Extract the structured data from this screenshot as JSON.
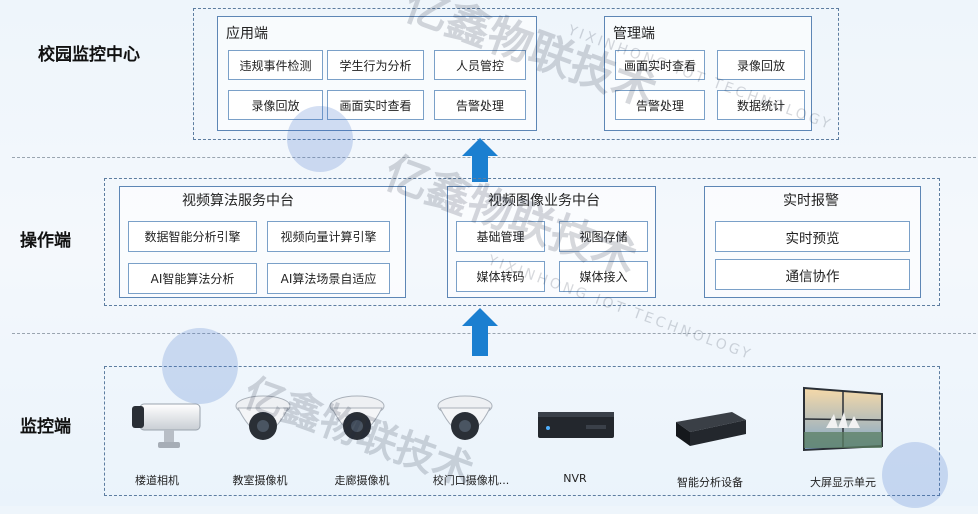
{
  "tiers": {
    "top": "校园监控中心",
    "middle": "操作端",
    "bottom": "监控端"
  },
  "app_panel": {
    "title": "应用端",
    "items": [
      "违规事件检测",
      "学生行为分析",
      "人员管控",
      "录像回放",
      "画面实时查看",
      "告警处理"
    ]
  },
  "mgmt_panel": {
    "title": "管理端",
    "items": [
      "画面实时查看",
      "录像回放",
      "告警处理",
      "数据统计"
    ]
  },
  "algo_panel": {
    "title": "视频算法服务中台",
    "items": [
      "数据智能分析引擎",
      "视频向量计算引擎",
      "AI智能算法分析",
      "AI算法场景自适应"
    ]
  },
  "image_panel": {
    "title": "视频图像业务中台",
    "items": [
      "基础管理",
      "视图存储",
      "媒体转码",
      "媒体接入"
    ]
  },
  "alarm_panel": {
    "title": "实时报警",
    "items": [
      "实时预览",
      "通信协作"
    ]
  },
  "devices": [
    "楼道相机",
    "教室摄像机",
    "走廊摄像机",
    "校门口摄像机...",
    "NVR",
    "智能分析设备",
    "大屏显示单元"
  ],
  "watermark": {
    "cn": "亿鑫物联技术",
    "en": "YIXINHONG IOT TECHNOLOGY"
  },
  "colors": {
    "arrow": "#1b7fd0",
    "panel_border": "#5d86b5",
    "item_border": "#7aa0c8"
  }
}
